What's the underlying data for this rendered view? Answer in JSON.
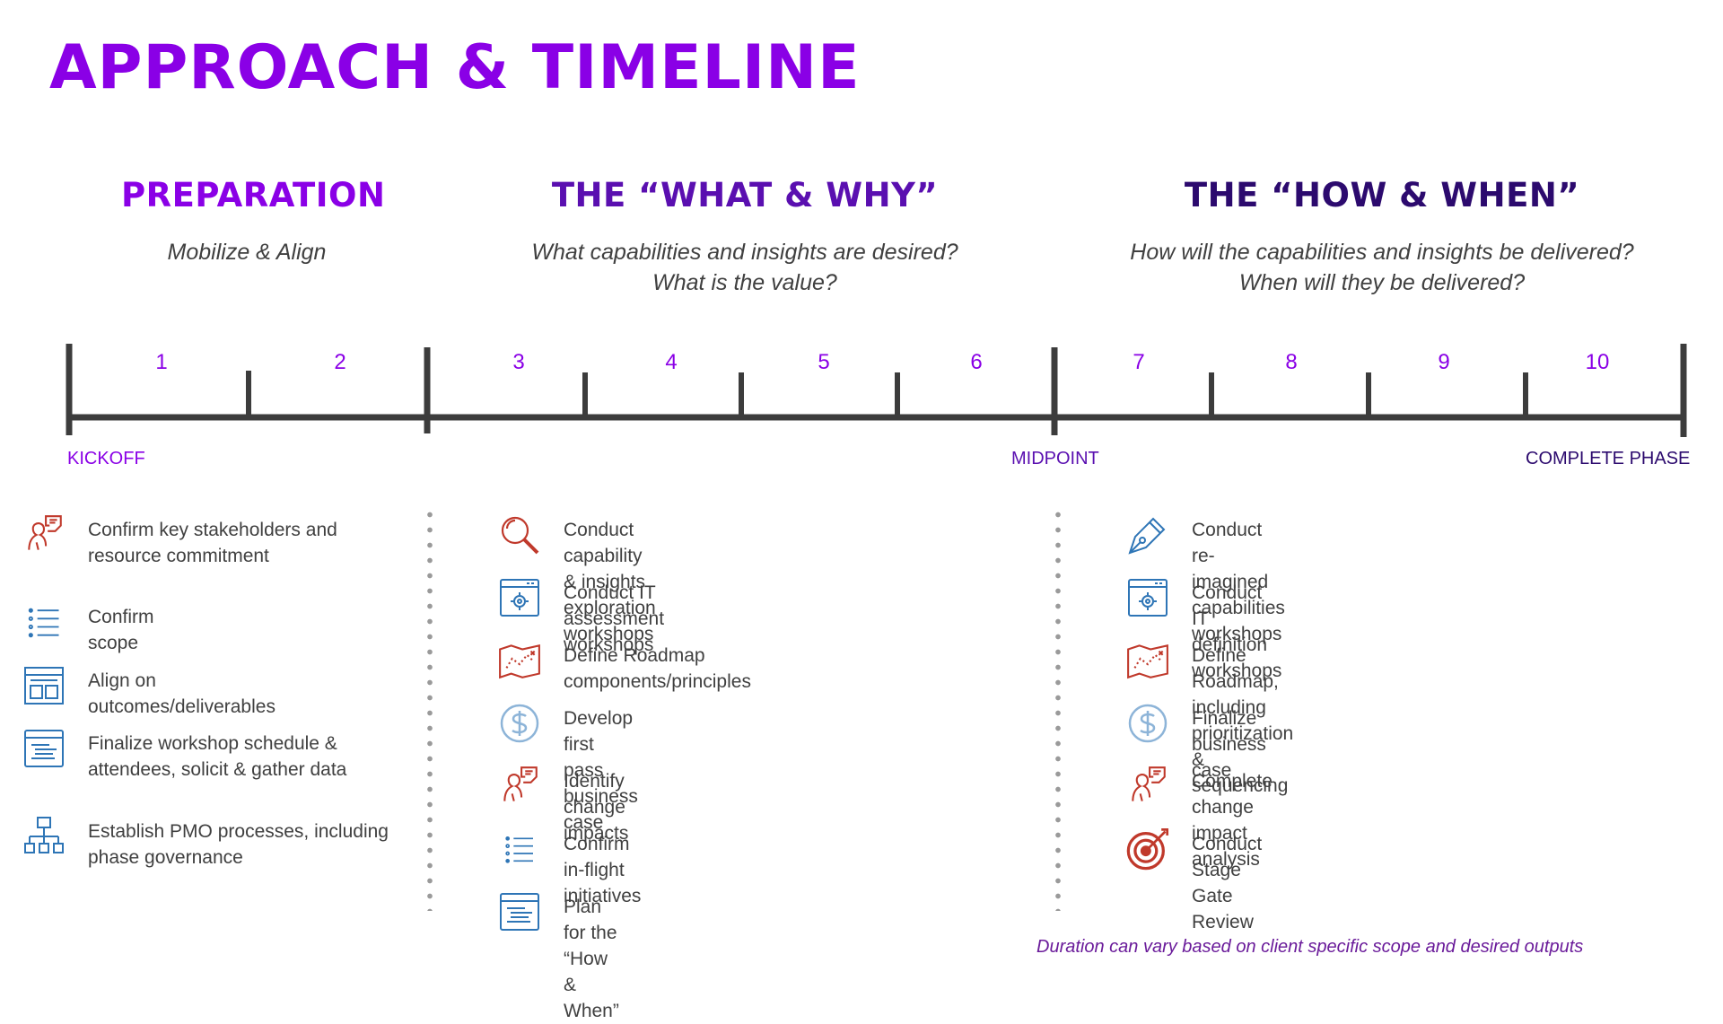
{
  "title": "APPROACH & TIMELINE",
  "phases": [
    {
      "heading": "PREPARATION",
      "color": "#8a00e6",
      "subtitle": [
        "Mobilize & Align"
      ]
    },
    {
      "heading": "THE “WHAT & WHY”",
      "color": "#5a0fb0",
      "subtitle": [
        "What capabilities and insights are desired?",
        "What is the value?"
      ]
    },
    {
      "heading": "THE “HOW & WHEN”",
      "color": "#2c0a6e",
      "subtitle": [
        "How will the capabilities and insights be delivered?",
        "When will they be delivered?"
      ]
    }
  ],
  "timeline": {
    "numbers": [
      "1",
      "2",
      "3",
      "4",
      "5",
      "6",
      "7",
      "8",
      "9",
      "10"
    ],
    "milestones": {
      "kickoff": "KICKOFF",
      "midpoint": "MIDPOINT",
      "complete": "COMPLETE PHASE"
    },
    "milestone_colors": {
      "kickoff": "#8a00e6",
      "midpoint": "#5a0fb0",
      "complete": "#2c0a6e"
    }
  },
  "columns": [
    {
      "items": [
        {
          "icon": "people-speech-icon",
          "text": "Confirm key stakeholders and resource commitment"
        },
        {
          "icon": "list-icon",
          "text": "Confirm scope"
        },
        {
          "icon": "layout-icon",
          "text": "Align on outcomes/deliverables"
        },
        {
          "icon": "schedule-window-icon",
          "text": "Finalize workshop schedule & attendees, solicit & gather data"
        },
        {
          "icon": "org-chart-icon",
          "text": "Establish PMO processes, including phase governance"
        }
      ]
    },
    {
      "items": [
        {
          "icon": "magnifier-icon",
          "text": "Conduct capability & insights exploration workshops"
        },
        {
          "icon": "settings-window-icon",
          "text": "Conduct IT assessment workshops"
        },
        {
          "icon": "map-icon",
          "text": "Define Roadmap components/principles"
        },
        {
          "icon": "dollar-icon",
          "text": "Develop first pass business case"
        },
        {
          "icon": "people-speech-icon",
          "text": "Identify change impacts"
        },
        {
          "icon": "list-icon",
          "text": "Confirm in-flight initiatives"
        },
        {
          "icon": "schedule-window-icon",
          "text": "Plan for the “How & When”"
        }
      ]
    },
    {
      "items": [
        {
          "icon": "pen-nib-icon",
          "text": "Conduct re-imagined capabilities workshops"
        },
        {
          "icon": "settings-window-icon",
          "text": "Conduct IT definition workshops"
        },
        {
          "icon": "map-icon",
          "text": "Define Roadmap, including prioritization & sequencing"
        },
        {
          "icon": "dollar-icon",
          "text": "Finalize business case"
        },
        {
          "icon": "people-speech-icon",
          "text": "Complete change impact analysis"
        },
        {
          "icon": "target-icon",
          "text": "Conduct Stage Gate Review"
        }
      ]
    }
  ],
  "footnote": "Duration can vary based on client specific scope and desired outputs",
  "icon_colors": {
    "blue": "#2e75b6",
    "red": "#c0392b",
    "lightblue": "#8db4d8"
  }
}
